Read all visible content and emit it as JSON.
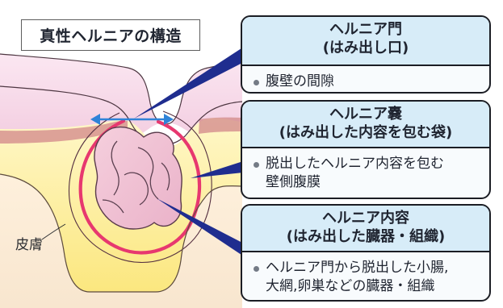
{
  "title": "真性ヘルニアの構造",
  "labels": {
    "skin": "皮膚"
  },
  "cards": [
    {
      "title_line1": "ヘルニア門",
      "title_line2": "(はみ出し口)",
      "body_lines": [
        "腹壁の間隙"
      ]
    },
    {
      "title_line1": "ヘルニア嚢",
      "title_line2": "(はみ出した内容を包む袋)",
      "body_lines": [
        "脱出したヘルニア内容を包む",
        "壁側腹膜"
      ]
    },
    {
      "title_line1": "ヘルニア内容",
      "title_line2": "(はみ出した臓器・組織)",
      "body_lines": [
        "ヘルニア門から脱出した小腸,",
        "大網,卵巣などの臓器・組織"
      ]
    }
  ],
  "colors": {
    "card_header": "#d7ecf8",
    "card_border": "#1b1d24",
    "arrow": "#2f83d8",
    "pointer": "#1f2d8f"
  }
}
